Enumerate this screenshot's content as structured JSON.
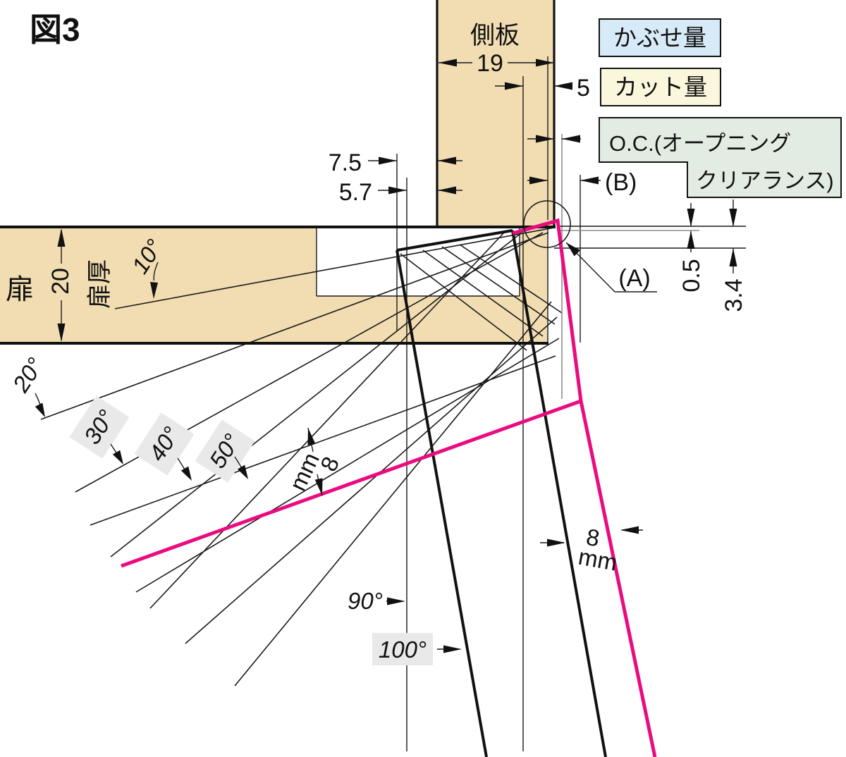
{
  "title": "図3",
  "colors": {
    "wood": "#F2DDB2",
    "pink": "#EA0B7F",
    "legend_overlay_bg": "#D7EAF7",
    "legend_cut_bg": "#FBF7DC",
    "legend_oc_bg": "#E2ECE2",
    "angle_label_bg": "#E9E9E9"
  },
  "parts": {
    "side_panel": "側板",
    "door": "扉",
    "door_thickness": "扉厚"
  },
  "legend": {
    "overlay": "かぶせ量",
    "cut": "カット量",
    "oc_line1": "O.C.(オープニング",
    "oc_line2": "クリアランス)"
  },
  "dims": {
    "panel_width": "19",
    "cut_amount": "5",
    "mount_75": "7.5",
    "mount_57": "5.7",
    "door_thickness": "20",
    "gap_05": "0.5",
    "gap_34": "3.4",
    "ref_a": "(A)",
    "ref_b": "(B)",
    "mid_clearance_value": "8",
    "mid_clearance_unit": "mm",
    "right_clearance_value": "8",
    "right_clearance_unit": "mm"
  },
  "angles": {
    "a10": "10°",
    "a20": "20°",
    "a30": "30°",
    "a40": "40°",
    "a50": "50°",
    "a90": "90°",
    "a100": "100°"
  }
}
